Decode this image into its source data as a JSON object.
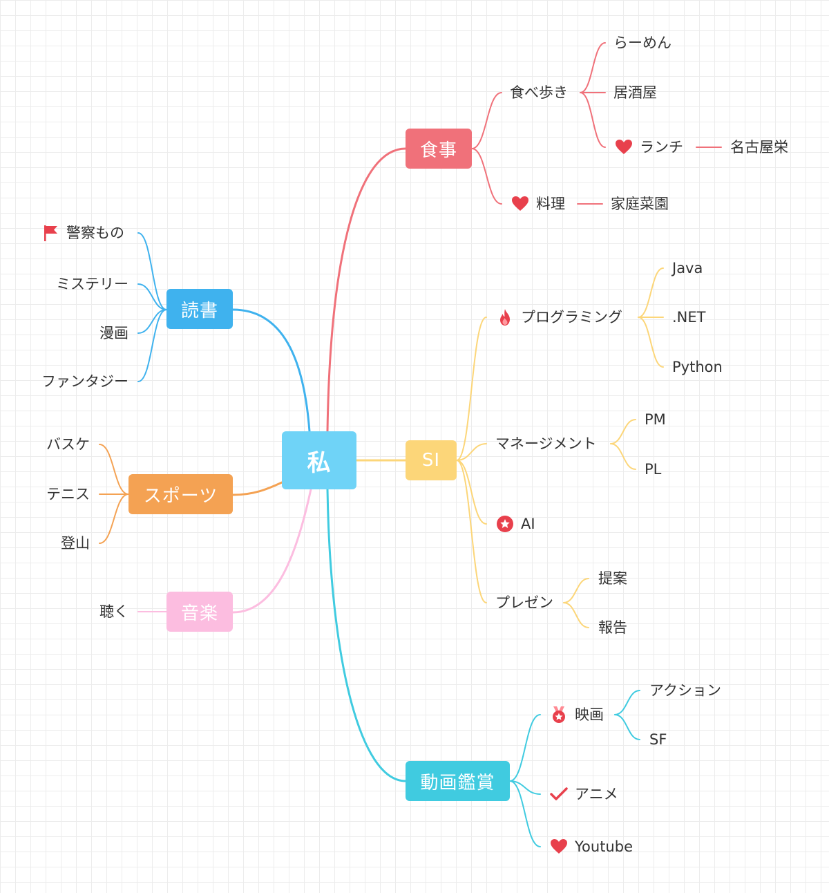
{
  "central": {
    "label": "私",
    "color": "#6fd3f7"
  },
  "branches": [
    {
      "key": "shokuji",
      "label": "食事",
      "color": "#f0717a"
    },
    {
      "key": "dokusho",
      "label": "読書",
      "color": "#3fb2ee"
    },
    {
      "key": "sports",
      "label": "スポーツ",
      "color": "#f4a253"
    },
    {
      "key": "ongaku",
      "label": "音楽",
      "color": "#fcbde0"
    },
    {
      "key": "si",
      "label": "SI",
      "color": "#fcd679"
    },
    {
      "key": "douga",
      "label": "動画鑑賞",
      "color": "#40cbe0"
    }
  ],
  "shokuji": {
    "tabearuki": {
      "label": "食べ歩き",
      "children": [
        "らーめん",
        "居酒屋"
      ],
      "lunch": "ランチ",
      "lunch_child": "名古屋栄"
    },
    "ryouri": {
      "label": "料理",
      "child": "家庭菜園"
    }
  },
  "dokusho": {
    "children": [
      "警察もの",
      "ミステリー",
      "漫画",
      "ファンタジー"
    ]
  },
  "sports": {
    "children": [
      "バスケ",
      "テニス",
      "登山"
    ]
  },
  "ongaku": {
    "children": [
      "聴く"
    ]
  },
  "si": {
    "programming": {
      "label": "プログラミング",
      "children": [
        "Java",
        ".NET",
        "Python"
      ]
    },
    "management": {
      "label": "マネージメント",
      "children": [
        "PM",
        "PL"
      ]
    },
    "ai": {
      "label": "AI"
    },
    "presen": {
      "label": "プレゼン",
      "children": [
        "提案",
        "報告"
      ]
    }
  },
  "douga": {
    "eiga": {
      "label": "映画",
      "children": [
        "アクション",
        "SF"
      ]
    },
    "anime": {
      "label": "アニメ"
    },
    "youtube": {
      "label": "Youtube"
    }
  },
  "icons": {
    "heart": "heart-icon",
    "flag": "flag-icon",
    "flame": "flame-icon",
    "star": "star-badge-icon",
    "medal": "medal-icon",
    "check": "check-icon"
  },
  "icon_colors": {
    "red": "#e8404c"
  }
}
